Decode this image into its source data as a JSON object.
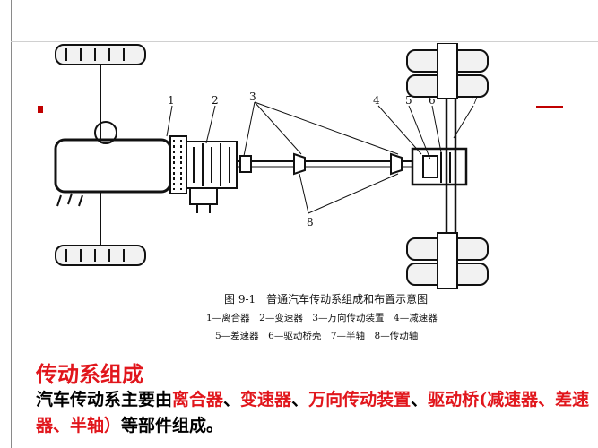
{
  "colors": {
    "accent": "#e1161c",
    "text": "#000000",
    "frame": "#8a8a8a"
  },
  "figure": {
    "caption_title": "图 9-1　普通汽车传动系组成和布置示意图",
    "legend_line1": "1—离合器　2—变速器　3—万向传动装置　4—减速器",
    "legend_line2": "5—差速器　6—驱动桥壳　7—半轴　8—传动轴",
    "callouts": [
      "1",
      "2",
      "3",
      "4",
      "5",
      "6",
      "7",
      "8"
    ]
  },
  "section": {
    "title": "传动系组成",
    "text_prefix": "汽车传动系主要由",
    "part_clutch": "离合器",
    "sep1": "、",
    "part_gearbox": "变速器",
    "sep2": "、",
    "part_ujoint": "万向传动装置",
    "sep3": "、",
    "part_axle": "驱动桥(减速器、差速器、半轴）",
    "text_suffix": "等部件组成。"
  }
}
